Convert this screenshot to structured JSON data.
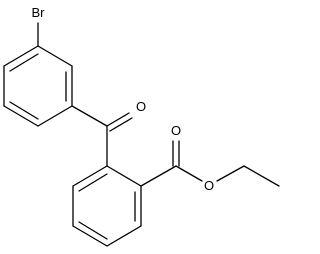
{
  "structure": {
    "atoms": {
      "bromine": "Br",
      "ketone_oxygen": "O",
      "carbonyl_oxygen": "O",
      "ester_oxygen": "O"
    },
    "line_color": "#000000",
    "background": "#ffffff"
  }
}
